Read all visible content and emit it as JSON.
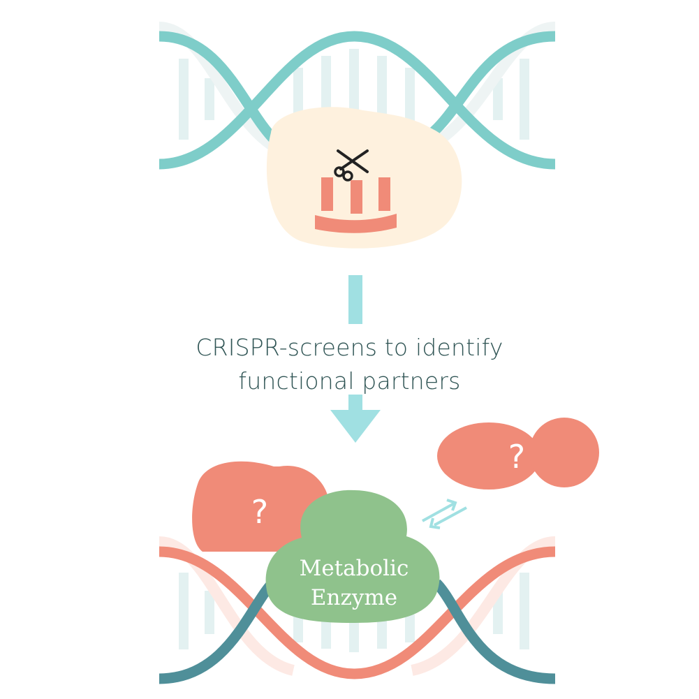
{
  "caption": {
    "line1": "CRISPR-screens to identify",
    "line2": "functional partners"
  },
  "partners": {
    "left_mark": "?",
    "right_mark": "?"
  },
  "enzyme": {
    "line1": "Metabolic",
    "line2": "Enzyme"
  },
  "colors": {
    "teal": "#7ecdc9",
    "teal_dark": "#4f8f99",
    "rung": "#e3f1f1",
    "salmon": "#f08b78",
    "cream": "#fef1de",
    "green": "#8fc28c",
    "arrow": "#a0e0e2"
  },
  "icons": [
    "scissors-icon",
    "equilibrium-arrows-icon",
    "down-arrow-icon"
  ]
}
